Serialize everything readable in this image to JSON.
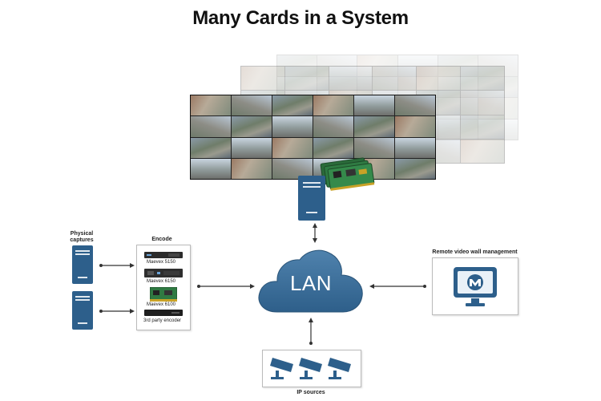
{
  "title": "Many Cards in a System",
  "labels": {
    "physical_captures": "Physical captures",
    "encode": "Encode",
    "lan": "LAN",
    "remote": "Remote video wall management",
    "ip_sources": "IP sources"
  },
  "encoders": [
    {
      "label": "Maevex 5150"
    },
    {
      "label": "Maevex 6150"
    },
    {
      "label": "Maevex 6100"
    },
    {
      "label": "3rd party encoder"
    }
  ],
  "colors": {
    "accent_blue": "#2d5f8b",
    "cloud_blue": "#3d6e9a",
    "arrow": "#333333"
  },
  "icons": [
    "server-icon",
    "encoder-icon",
    "cloud-icon",
    "monitor-icon",
    "camera-icon",
    "capture-card-icon"
  ]
}
